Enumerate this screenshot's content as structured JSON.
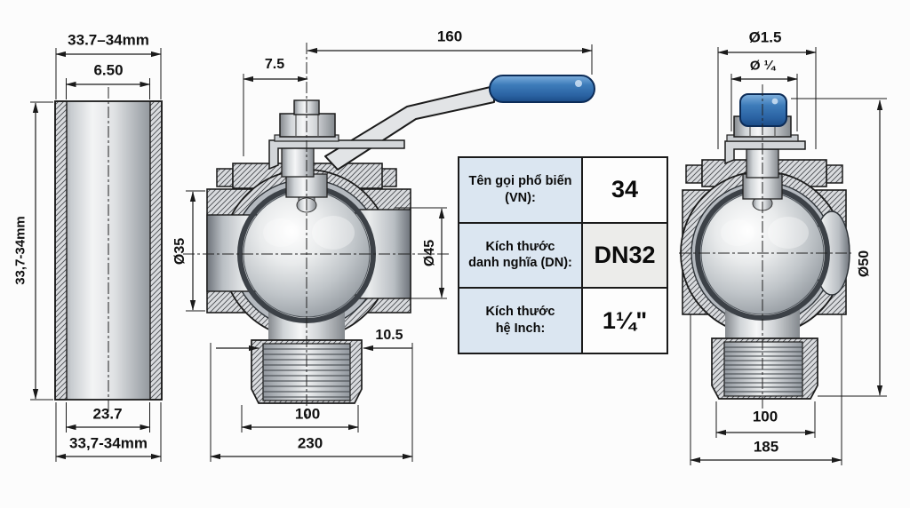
{
  "drawing": {
    "pipe_view": {
      "dim_outer_top": "33.7–34mm",
      "dim_inner_top": "6.50",
      "dim_height": "33,7-34mm",
      "dim_inner_bottom": "23.7",
      "dim_outer_bottom": "33,7-34mm"
    },
    "front_view": {
      "dim_handle_length": "160",
      "dim_stem_offset": "7.5",
      "dim_left_bore": "Ø35",
      "dim_right_bore": "Ø45",
      "dim_thread_detail": "10.5",
      "dim_port_width": "100",
      "dim_overall_width": "230"
    },
    "side_view": {
      "dim_handle_cap_outer": "Ø1.5",
      "dim_handle_cap_inner": "Ø ¼",
      "dim_body_diameter": "Ø50",
      "dim_port_width": "100",
      "dim_overall_width": "185"
    }
  },
  "spec_table": {
    "rows": [
      {
        "label_line1": "Tên gọi phổ biến",
        "label_line2": "(VN):",
        "value": "34"
      },
      {
        "label_line1": "Kích thước",
        "label_line2": "danh nghĩa (DN):",
        "value": "DN32"
      },
      {
        "label_line1": "Kích thước",
        "label_line2": "hệ Inch:",
        "value": "1¼\""
      }
    ]
  },
  "colors": {
    "handle_blue": "#2f6fb3",
    "table_label_bg": "#dbe6f1",
    "line_color": "#1a1a1a",
    "background": "#fcfcfc"
  }
}
